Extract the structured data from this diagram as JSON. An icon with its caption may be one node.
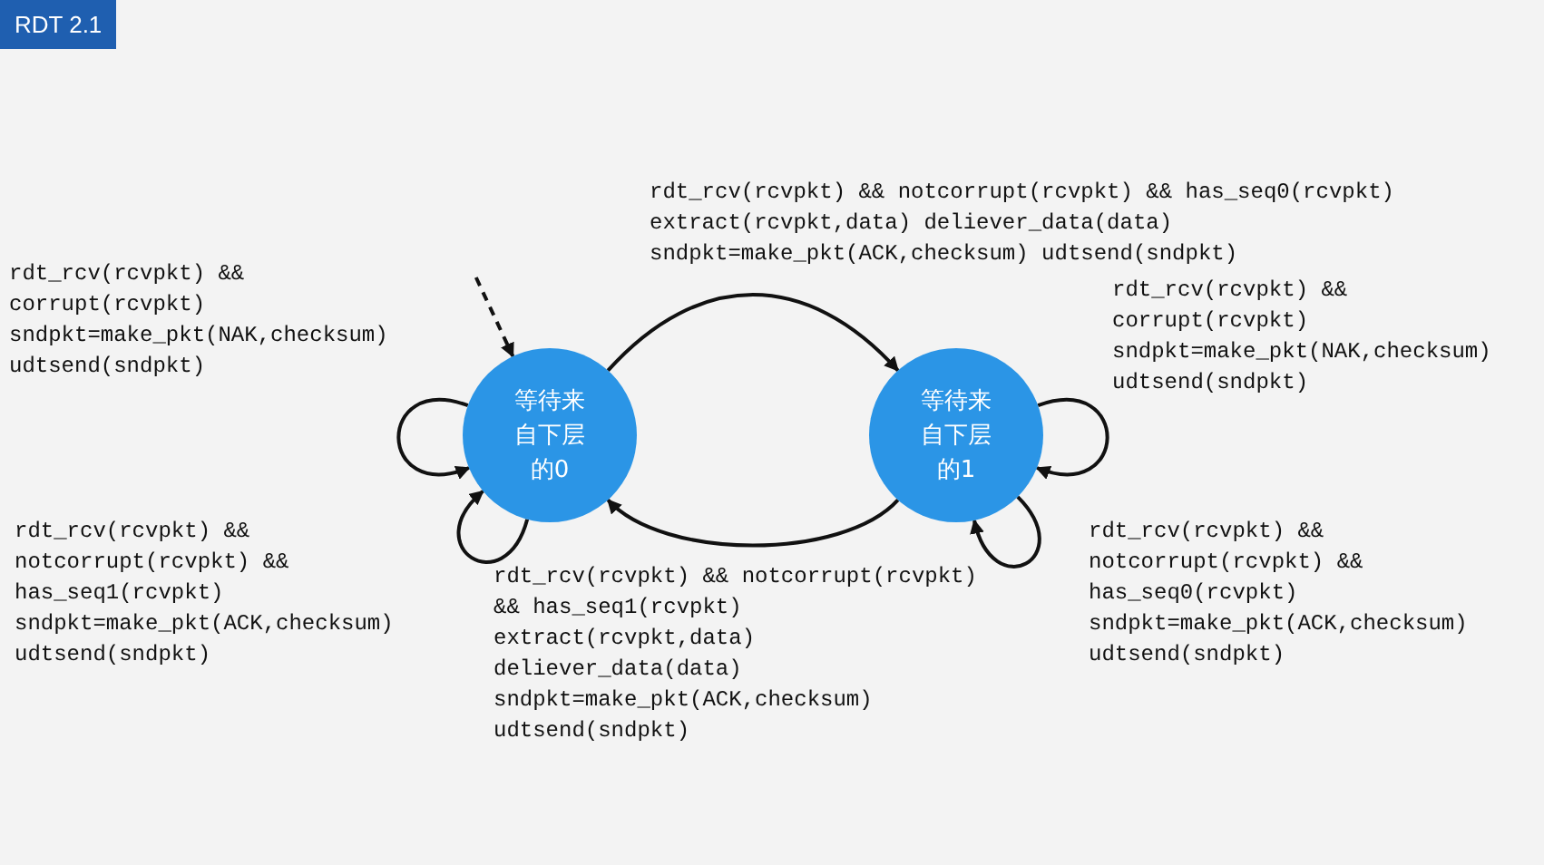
{
  "diagram": {
    "title": "RDT 2.1",
    "nodes": [
      {
        "text": [
          "等待来自下层的0"
        ]
      },
      {
        "text": [
          "等待来自下层的1"
        ]
      }
    ],
    "edges": [
      {
        "from": null,
        "to": 0,
        "arrow": "to",
        "style": "dashed"
      },
      {
        "from": 0,
        "to": 0,
        "arrow": "to",
        "label": "rdt_rcv(rcvpkt) && corrupt(rcvpkt) sndpkt=make_pkt(NAK,checksum) udtsend(sndpkt)"
      },
      {
        "from": 0,
        "to": 1,
        "arrow": "to",
        "label": "rdt_rcv(rcvpkt) && notcorrupt(rcvpkt) && has_seq0(rcvpkt) extract(rcvpkt,data) deliever_data(data) sndpkt=make_pkt(ACK,checksum) udtsend(sndpkt)"
      },
      {
        "from": 1,
        "to": 1,
        "arrow": "to",
        "label": "rdt_rcv(rcvpkt) && corrupt(rcvpkt) sndpkt=make_pkt(NAK,checksum) udtsend(sndpkt)"
      },
      {
        "from": 0,
        "to": 0,
        "arrow": "to",
        "label": "rdt_rcv(rcvpkt) && notcorrupt(rcvpkt) && has_seq1(rcvpkt) sndpkt=make_pkt(ACK,checksum) udtsend(sndpkt)"
      },
      {
        "from": 1,
        "to": 0,
        "arrow": "to",
        "label": "rdt_rcv(rcvpkt) && notcorrupt(rcvpkt) && has_seq1(rcvpkt) extract(rcvpkt,data) deliever_data(data) sndpkt=make_pkt(ACK,checksum) udtsend(sndpkt)"
      },
      {
        "from": 1,
        "to": 1,
        "arrow": "to",
        "label": "rdt_rcv(rcvpkt) && notcorrupt(rcvpkt) && has_seq0(rcvpkt) sndpkt=make_pkt(ACK,checksum) udtsend(sndpkt)"
      }
    ]
  }
}
